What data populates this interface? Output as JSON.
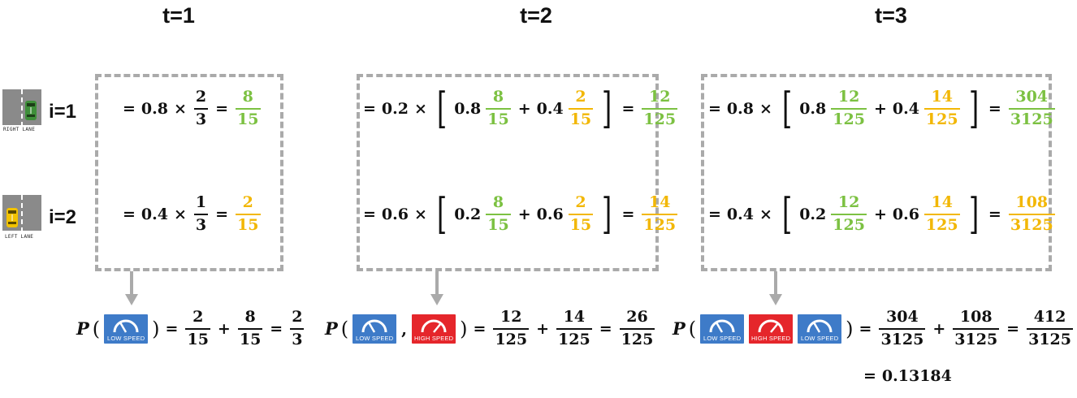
{
  "columns": [
    {
      "title": "t=1"
    },
    {
      "title": "t=2"
    },
    {
      "title": "t=3"
    }
  ],
  "rows": [
    {
      "label": "i=1",
      "lane_label": "RIGHT LANE",
      "car_color": "#3f8f3a"
    },
    {
      "label": "i=2",
      "lane_label": "LEFT LANE",
      "car_color": "#f2c200"
    }
  ],
  "gauges": {
    "low_label": "LOW SPEED",
    "high_label": "HIGH SPEED",
    "low_color": "#3e7bc8",
    "high_color": "#e5262b"
  },
  "colors": {
    "green": "#7cc142",
    "orange": "#f2b705",
    "box_border": "#aaaaaa"
  },
  "t1": {
    "r1": {
      "eq": "=",
      "coef": "0.8",
      "times": "×",
      "fnum": "2",
      "fden": "3",
      "eq2": "=",
      "rnum": "8",
      "rden": "15"
    },
    "r2": {
      "eq": "=",
      "coef": "0.4",
      "times": "×",
      "fnum": "1",
      "fden": "3",
      "eq2": "=",
      "rnum": "2",
      "rden": "15"
    },
    "p": {
      "p": "P",
      "eq": "=",
      "a_num": "2",
      "a_den": "15",
      "plus": "+",
      "b_num": "8",
      "b_den": "15",
      "eq2": "=",
      "r_num": "2",
      "r_den": "3"
    }
  },
  "t2": {
    "r1": {
      "eq": "=",
      "coef": "0.2",
      "times": "×",
      "c1": "0.8",
      "f1n": "8",
      "f1d": "15",
      "plus": "+",
      "c2": "0.4",
      "f2n": "2",
      "f2d": "15",
      "eq2": "=",
      "rnum": "12",
      "rden": "125"
    },
    "r2": {
      "eq": "=",
      "coef": "0.6",
      "times": "×",
      "c1": "0.2",
      "f1n": "8",
      "f1d": "15",
      "plus": "+",
      "c2": "0.6",
      "f2n": "2",
      "f2d": "15",
      "eq2": "=",
      "rnum": "14",
      "rden": "125"
    },
    "p": {
      "p": "P",
      "comma": ",",
      "eq": "=",
      "a_num": "12",
      "a_den": "125",
      "plus": "+",
      "b_num": "14",
      "b_den": "125",
      "eq2": "=",
      "r_num": "26",
      "r_den": "125"
    }
  },
  "t3": {
    "r1": {
      "eq": "=",
      "coef": "0.8",
      "times": "×",
      "c1": "0.8",
      "f1n": "12",
      "f1d": "125",
      "plus": "+",
      "c2": "0.4",
      "f2n": "14",
      "f2d": "125",
      "eq2": "=",
      "rnum": "304",
      "rden": "3125"
    },
    "r2": {
      "eq": "=",
      "coef": "0.4",
      "times": "×",
      "c1": "0.2",
      "f1n": "12",
      "f1d": "125",
      "plus": "+",
      "c2": "0.6",
      "f2n": "14",
      "f2d": "125",
      "eq2": "=",
      "rnum": "108",
      "rden": "3125"
    },
    "p": {
      "p": "P",
      "eq": "=",
      "a_num": "304",
      "a_den": "3125",
      "plus": "+",
      "b_num": "108",
      "b_den": "3125",
      "eq2": "=",
      "r_num": "412",
      "r_den": "3125",
      "eq3": "=",
      "decimal": "0.13184"
    }
  }
}
